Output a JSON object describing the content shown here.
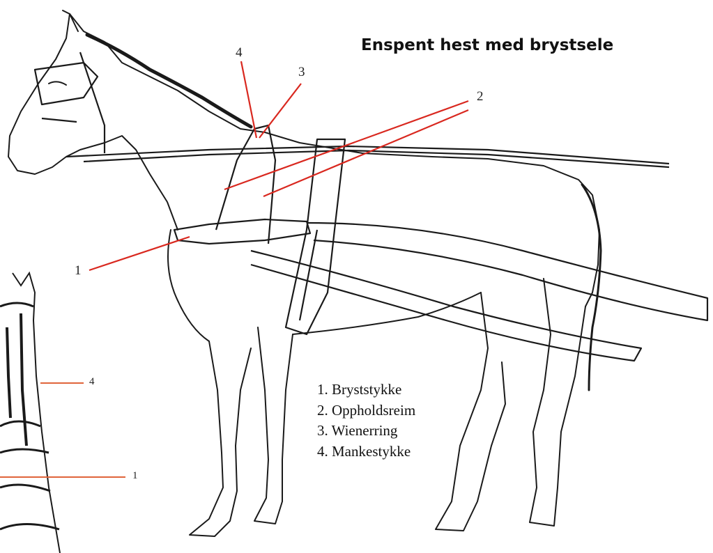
{
  "title": "Enspent hest med brystsele",
  "legend": [
    "1. Bryststykke",
    "2. Oppholdsreim",
    "3. Wienerring",
    "4. Mankestykke"
  ],
  "callouts": {
    "c1": "1",
    "c2": "2",
    "c3": "3",
    "c4": "4",
    "inset_c1": "1",
    "inset_c4": "4"
  },
  "colors": {
    "leader": "#d9281f",
    "ink": "#1a1a1a",
    "inset_leader": "#e0643a"
  }
}
